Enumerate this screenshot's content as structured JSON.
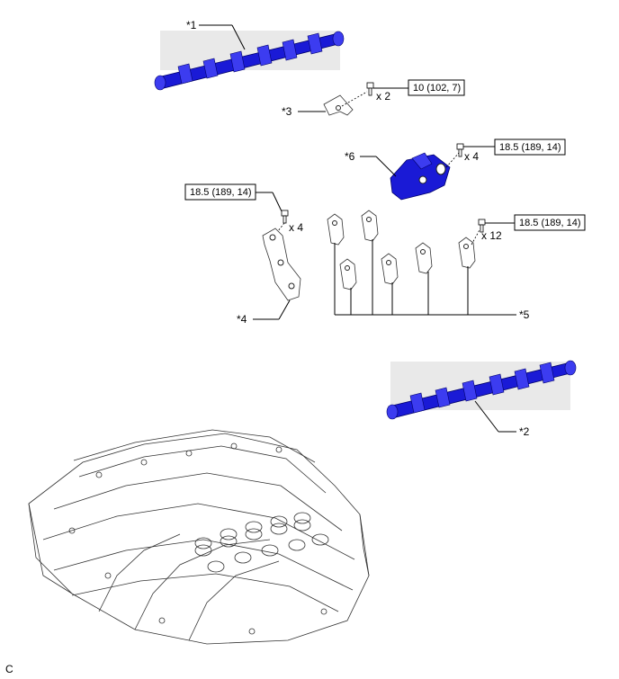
{
  "callouts": {
    "c1": "*1",
    "c2": "*2",
    "c3": "*3",
    "c4": "*4",
    "c5": "*5",
    "c6": "*6"
  },
  "torque": {
    "t1": "10 (102, 7)",
    "t2": "18.5 (189, 14)",
    "t3": "18.5 (189, 14)",
    "t4": "18.5 (189, 14)"
  },
  "quantities": {
    "q1": "x 2",
    "q2": "x 4",
    "q3": "x 4",
    "q4": "x 12"
  },
  "corner_mark": "C",
  "colors": {
    "part_blue": "#1a1ad6",
    "outline": "#000000"
  }
}
